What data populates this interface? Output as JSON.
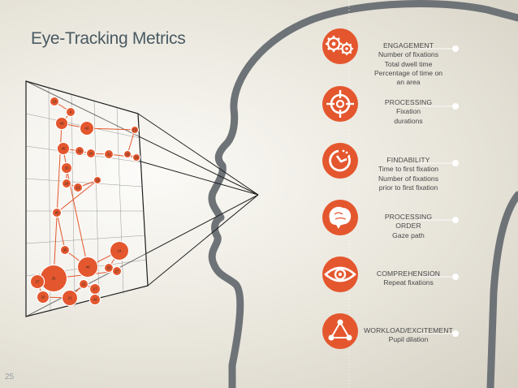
{
  "title": "Eye-Tracking Metrics",
  "page_number": "25",
  "colors": {
    "accent": "#e4572e",
    "head_outline": "#6e7377",
    "text": "#474747",
    "title": "#4a5a63"
  },
  "fixation_labels": [
    "16",
    "4",
    "48",
    "40",
    "19",
    "46",
    "29",
    "20",
    "31",
    "28",
    "36",
    "33",
    "24",
    "21",
    "16",
    "48",
    "35",
    "24",
    "48",
    "25",
    "27",
    "35",
    "27",
    "21",
    "17",
    "20",
    "22",
    "44"
  ],
  "metrics": [
    {
      "title": "ENGAGEMENT",
      "lines": [
        "Number of fixations",
        "Total dwell time",
        "Percentage of time on",
        "an area"
      ],
      "icon": "gears-icon"
    },
    {
      "title": "PROCESSING",
      "lines": [
        "Fixation",
        "durations"
      ],
      "icon": "crosshair-icon"
    },
    {
      "title": "FINDABILITY",
      "lines": [
        "Time to first fixation",
        "Number of fixations",
        "prior to first fixation"
      ],
      "icon": "stopwatch-icon"
    },
    {
      "title": "PROCESSING ORDER",
      "lines": [
        "Gaze path"
      ],
      "icon": "brain-icon"
    },
    {
      "title": "COMPREHENSION",
      "lines": [
        "Repeat fixations"
      ],
      "icon": "eye-icon"
    },
    {
      "title": "WORKLOAD/EXCITEMENT",
      "lines": [
        "Pupil dilation"
      ],
      "icon": "triangle-nodes-icon"
    }
  ]
}
